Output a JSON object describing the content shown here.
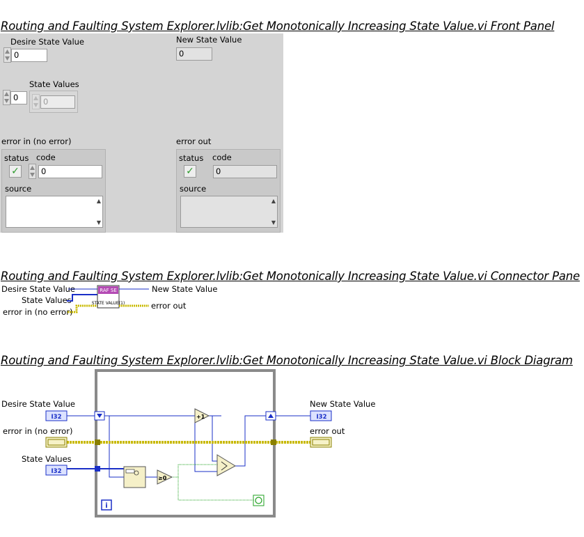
{
  "titles": {
    "front_panel": "Routing and Faulting System Explorer.lvlib:Get Monotonically Increasing State Value.vi Front Panel",
    "connector_pane": "Routing and Faulting System Explorer.lvlib:Get Monotonically Increasing State Value.vi Connector Pane",
    "block_diagram": "Routing and Faulting System Explorer.lvlib:Get Monotonically Increasing State Value.vi Block Diagram"
  },
  "front_panel": {
    "desire_state_value": {
      "label": "Desire State Value",
      "value": "0"
    },
    "new_state_value": {
      "label": "New State Value",
      "value": "0"
    },
    "state_values": {
      "label": "State Values",
      "index": "0",
      "element": "0"
    },
    "error_in": {
      "label": "error in (no error)",
      "status_label": "status",
      "code_label": "code",
      "code_value": "0",
      "source_label": "source",
      "status_icon": "check-icon"
    },
    "error_out": {
      "label": "error out",
      "status_label": "status",
      "code_label": "code",
      "code_value": "0",
      "source_label": "source",
      "status_icon": "check-icon"
    }
  },
  "connector_pane": {
    "inputs": [
      "Desire State Value",
      "State Values",
      "error in (no error)"
    ],
    "outputs": [
      "New State Value",
      "error out"
    ],
    "icon_top": "RAF SE",
    "icon_bottom": "STATE VALUE(1)"
  },
  "block_diagram": {
    "desire_state_value": "Desire State Value",
    "error_in": "error in (no error)",
    "state_values": "State Values",
    "new_state_value": "New State Value",
    "error_out": "error out",
    "i32": "I32",
    "increment": "+1",
    "greater_eq_zero": "≥0",
    "loop_index": "i"
  },
  "colors": {
    "integer_wire": "#1a2fc7",
    "error_wire": "#c8b900",
    "loop_frame": "#8a8a8a",
    "panel_bg": "#d4d4d4"
  }
}
